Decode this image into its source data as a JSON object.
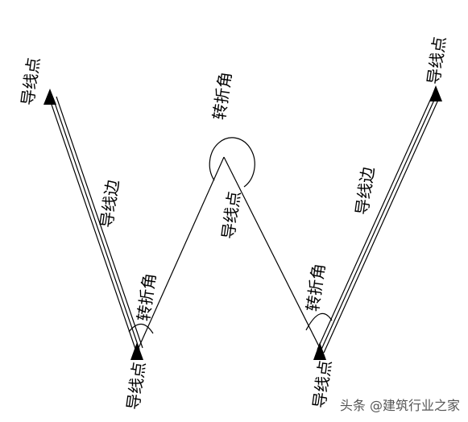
{
  "diagram": {
    "points": [
      {
        "id": "p1",
        "label": "导线点"
      },
      {
        "id": "p2",
        "label": "导线点"
      },
      {
        "id": "p3",
        "label": "导线点"
      },
      {
        "id": "p4",
        "label": "导线点"
      },
      {
        "id": "p5",
        "label": "导线点"
      }
    ],
    "edges": [
      {
        "id": "e1",
        "label": "导线边"
      },
      {
        "id": "e2",
        "label": "导线边"
      }
    ],
    "angles": [
      {
        "id": "a1",
        "label": "转折角"
      },
      {
        "id": "a2",
        "label": "转折角"
      },
      {
        "id": "a3",
        "label": "转折角"
      }
    ],
    "colors": {
      "line": "#000000",
      "marker": "#000000",
      "text": "#000000"
    }
  },
  "watermark": {
    "text": "头条 @建筑行业之家"
  }
}
